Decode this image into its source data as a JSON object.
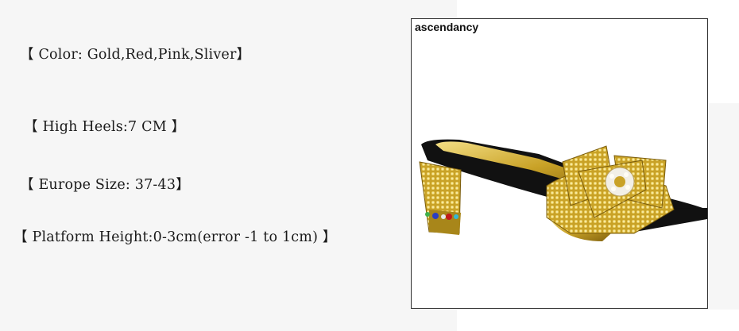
{
  "specs": {
    "color": "【 Color: Gold,Red,Pink,Sliver】",
    "heel": "【 High Heels:7 CM 】",
    "size": "【 Europe Size: 37-43】",
    "platform": "【 Platform Height:0-3cm(error -1 to 1cm) 】"
  },
  "photo": {
    "brand": "ascendancy",
    "colors": {
      "gold": "#c9a227",
      "gold_light": "#ecd46a",
      "gold_dark": "#8a6a10",
      "sole": "#111111"
    }
  }
}
